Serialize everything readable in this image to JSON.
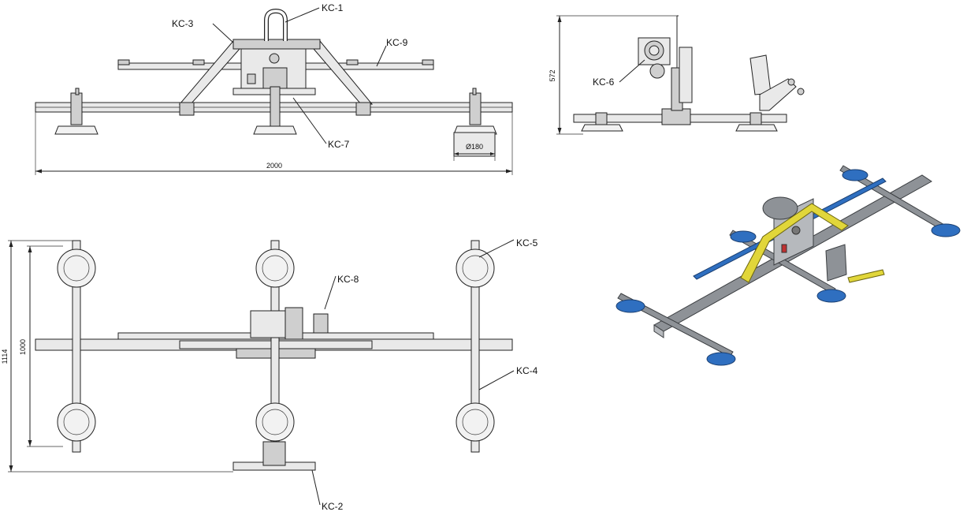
{
  "callouts": {
    "kc1": "KC-1",
    "kc2": "KC-2",
    "kc3": "KC-3",
    "kc4": "KC-4",
    "kc5": "KC-5",
    "kc6": "KC-6",
    "kc7": "KC-7",
    "kc8": "KC-8",
    "kc9": "KC-9"
  },
  "dimensions": {
    "overall_length": "2000",
    "cup_diameter": "Ø180",
    "side_height": "572",
    "plan_width_outer": "1114",
    "plan_width_inner": "1000"
  },
  "colors": {
    "frame_steel": "#8e9297",
    "lift_bar_yellow": "#e1d63a",
    "cup_blue": "#2f6fc0"
  }
}
